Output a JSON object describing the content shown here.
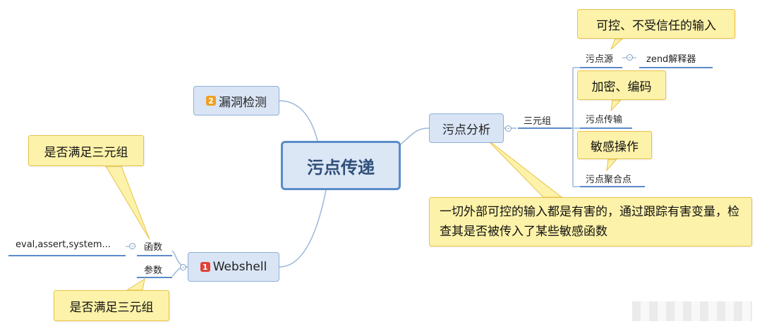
{
  "root": {
    "label": "污点传递"
  },
  "branches": {
    "vuln_detect": {
      "badge": "2",
      "label": "漏洞检测"
    },
    "taint_analysis": {
      "label": "污点分析",
      "triple": "三元组",
      "items": [
        "污点源",
        "污点传输",
        "污点聚合点"
      ],
      "source_sub": "zend解释器"
    },
    "webshell": {
      "badge": "1",
      "label": "Webshell",
      "children": [
        "函数",
        "参数"
      ],
      "func_sub": "eval,assert,system..."
    }
  },
  "notes": {
    "source": "可控、不受信任的输入",
    "transmit": "加密、编码",
    "sink": "敏感操作",
    "func_check": "是否满足三元组",
    "param_check": "是否满足三元组",
    "taint_summary": "一切外部可控的输入都是有害的，通过跟踪有害变量，检查其是否被传入了某些敏感函数"
  },
  "colors": {
    "node_fill": "#d9e5f5",
    "node_border": "#5a8bc9",
    "note_fill": "#fdf2a9",
    "note_border": "#e8c24a",
    "link": "#9ab7da"
  }
}
